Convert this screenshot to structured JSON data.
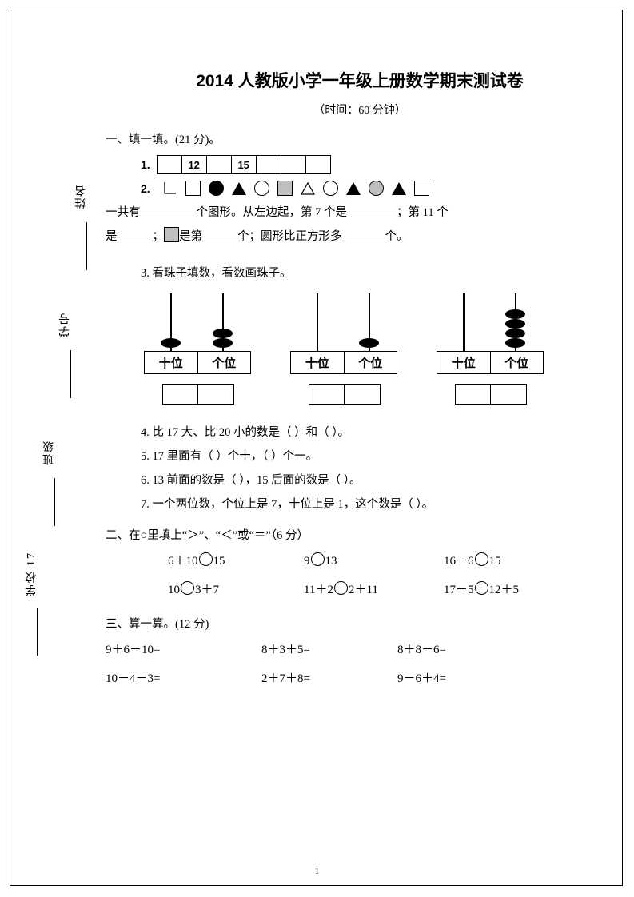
{
  "title": "2014 人教版小学一年级上册数学期末测试卷",
  "subtitle": "（时间：60 分钟）",
  "side": {
    "school": "学校 17",
    "class": "班级",
    "student_id": "学号",
    "name": "姓名"
  },
  "section1": {
    "heading": "一、填一填。(21 分)。",
    "q1": {
      "num": "1.",
      "cells": [
        "",
        "12",
        "",
        "15",
        "",
        "",
        ""
      ]
    },
    "q2": {
      "num": "2.",
      "shapes": [
        "right-triangle",
        "square",
        "circle-filled",
        "triangle-filled",
        "circle-open",
        "square-gray",
        "triangle-open",
        "circle-open",
        "triangle-filled",
        "circle-gray",
        "triangle-filled",
        "square"
      ],
      "text_a": "一共有",
      "text_b": "个图形。从左边起，第 7 个是",
      "text_c": "；第 11 个",
      "text_d": "是",
      "text_e": "；",
      "text_f": "是第",
      "text_g": "个；圆形比正方形多",
      "text_h": "个。"
    },
    "q3": {
      "label": "3. 看珠子填数，看数画珠子。",
      "abacus": [
        {
          "tens_beads": 1,
          "ones_beads": 2,
          "place_tens": "十位",
          "place_ones": "个位"
        },
        {
          "tens_beads": 0,
          "ones_beads": 1,
          "place_tens": "十位",
          "place_ones": "个位"
        },
        {
          "tens_beads": 0,
          "ones_beads": 4,
          "place_tens": "十位",
          "place_ones": "个位"
        }
      ]
    },
    "q4": "4. 比 17 大、比 20 小的数是（        ）和（        ）。",
    "q5": "5. 17 里面有（        ）个十，（        ）个一。",
    "q6": "6. 13 前面的数是（        ），15 后面的数是（        ）。",
    "q7": "7. 一个两位数，个位上是 7，十位上是 1，这个数是（        ）。"
  },
  "section2": {
    "heading": "二、在○里填上“＞”、“＜”或“＝”（6 分）",
    "rows": [
      [
        {
          "left": "6＋10",
          "right": "15"
        },
        {
          "left": "9",
          "right": "13"
        },
        {
          "left": "16－6",
          "right": "15"
        }
      ],
      [
        {
          "left": "10",
          "right": "3＋7"
        },
        {
          "left": "11＋2",
          "right": "2＋11"
        },
        {
          "left": "17－5",
          "right": "12＋5"
        }
      ]
    ]
  },
  "section3": {
    "heading": "三、算一算。(12 分)",
    "rows": [
      [
        "9＋6－10=",
        "8＋3＋5=",
        "8＋8－6="
      ],
      [
        "10－4－3=",
        "2＋7＋8=",
        "9－6＋4="
      ]
    ]
  },
  "page_number": "1"
}
